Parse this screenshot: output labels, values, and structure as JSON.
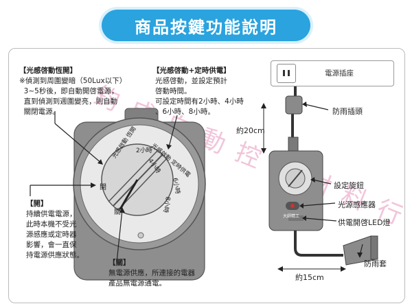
{
  "title": "商品按鍵功能說明",
  "watermark": "鈞 成 自 動 控 制 材 料 行",
  "note_sensor_auto": {
    "heading": "【光感啓動恆開】",
    "lines": [
      "※偵測到周圍變暗（50Lux以下）",
      "  3~5秒後，即自動開啓電源，",
      "  直到偵測到週圍變亮，則自動",
      "  關閉電源。"
    ]
  },
  "note_sensor_timer": {
    "heading": "【光感啓動+定時供電】",
    "lines": [
      "光感啓動，並設定預計",
      "啓動時間。",
      "可設定時間有2小時、4小時",
      "、6小時、8小時。"
    ]
  },
  "note_on": {
    "heading": "【開】",
    "lines": [
      "持續供電電源，",
      "此時本機不受光",
      "源感應或定時器",
      "影響，會一直保",
      "持電源供應狀態。"
    ]
  },
  "note_off": {
    "heading": "【關】",
    "lines": [
      "無電源供應，所連接的電器",
      "產品無電源通電。"
    ]
  },
  "dial_labels": {
    "sensor_auto": "光感啟動 恆開",
    "sensor_timer": "光感啟動 定時供電",
    "h2": "2小時",
    "h4": "4小時",
    "h6": "6小時",
    "h8": "8小時",
    "on": "開",
    "off": "關"
  },
  "outlet_label": "電源插座",
  "parts": {
    "rain_plug": "防雨插頭",
    "length_top": "約20cm",
    "knob": "設定旋鈕",
    "light_sensor": "光源感應器",
    "led": "供電開啓LED燈",
    "rain_cover": "防雨套",
    "length_bottom": "約15cm",
    "device_brand": "大師精工"
  },
  "colors": {
    "title_bg": "#2aa3df",
    "device_body": "#8e8e8e",
    "arrow": "#222222"
  }
}
